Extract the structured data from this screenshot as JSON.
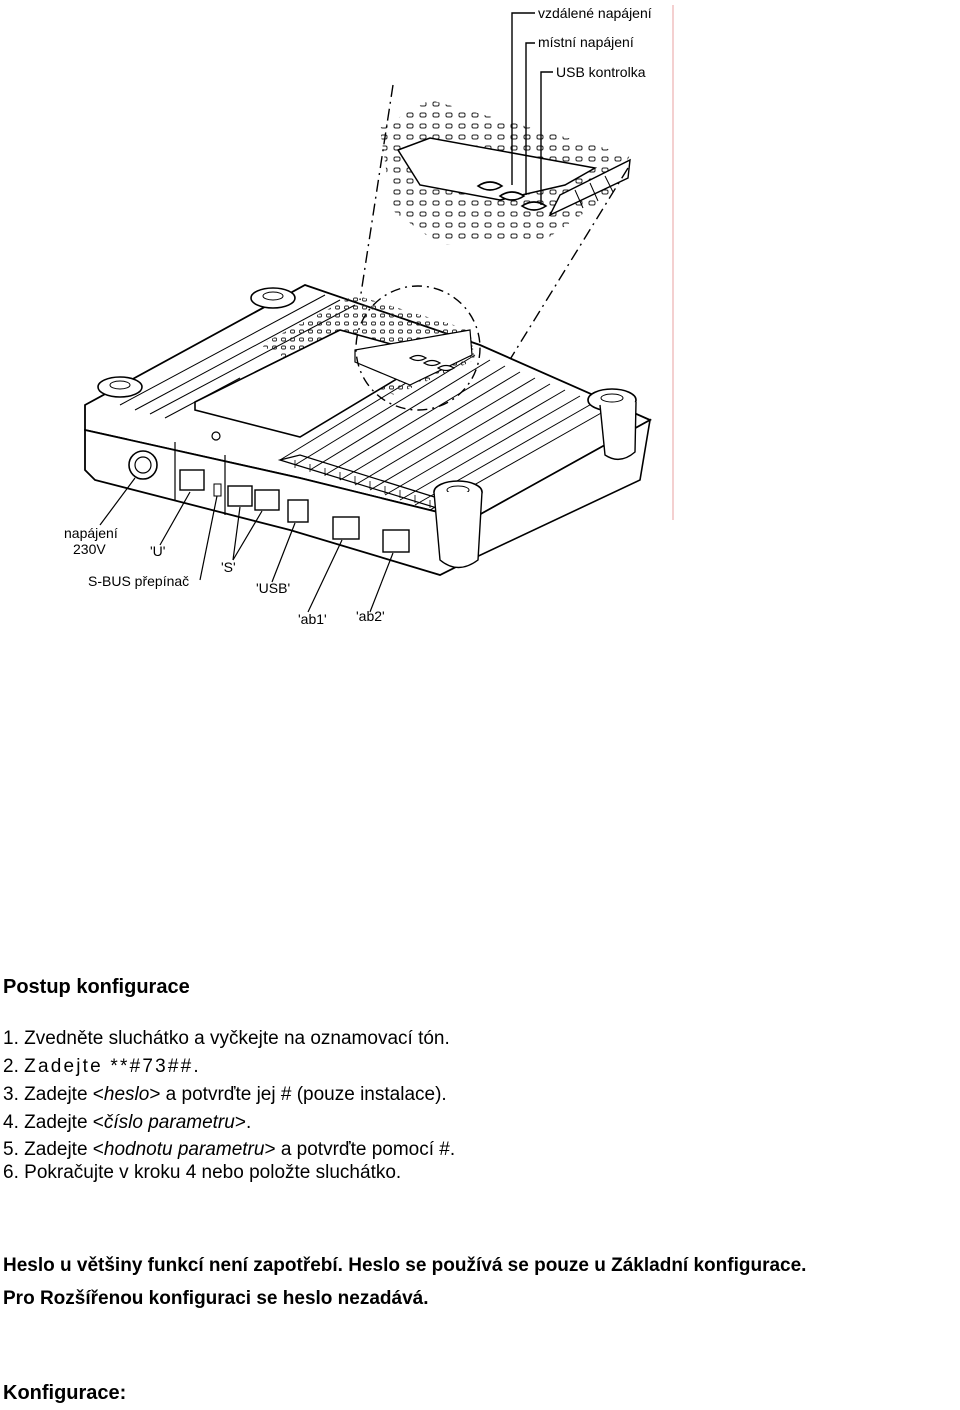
{
  "figure": {
    "callouts": {
      "remote_power": "vzdálené napájení",
      "local_power": "místní napájení",
      "usb_led": "USB kontrolka"
    },
    "ports": {
      "power": "napájení",
      "voltage": "230V",
      "u": "'U'",
      "s": "'S'",
      "sbus": "S-BUS přepínač",
      "usb": "'USB'",
      "ab1": "'ab1'",
      "ab2": "'ab2'"
    }
  },
  "config": {
    "heading": "Postup konfigurace",
    "steps": [
      {
        "num": "1.",
        "parts": [
          "Zvedněte sluchátko a vyčkejte na oznamovací tón."
        ]
      },
      {
        "num": "2.",
        "parts": [
          "Zadejte **#73##."
        ]
      },
      {
        "num": "3.",
        "parts": [
          "Zadejte <",
          "heslo",
          "> a potvrďte jej # (pouze instalace)."
        ]
      },
      {
        "num": "4.",
        "parts": [
          "Zadejte <",
          "číslo parametru",
          ">."
        ]
      },
      {
        "num": "5.",
        "parts": [
          "Zadejte <",
          "hodnotu parametru",
          "> a potvrďte pomocí #."
        ]
      },
      {
        "num": "6.",
        "parts": [
          "Pokračujte v kroku 4 nebo položte sluchátko."
        ]
      }
    ]
  },
  "note": {
    "line1": "Heslo u většiny funkcí není zapotřebí. Heslo se používá se pouze u Základní konfigurace.",
    "line2": "Pro Rozšířenou konfiguraci se heslo nezadává."
  },
  "section_heading": "Konfigurace:"
}
